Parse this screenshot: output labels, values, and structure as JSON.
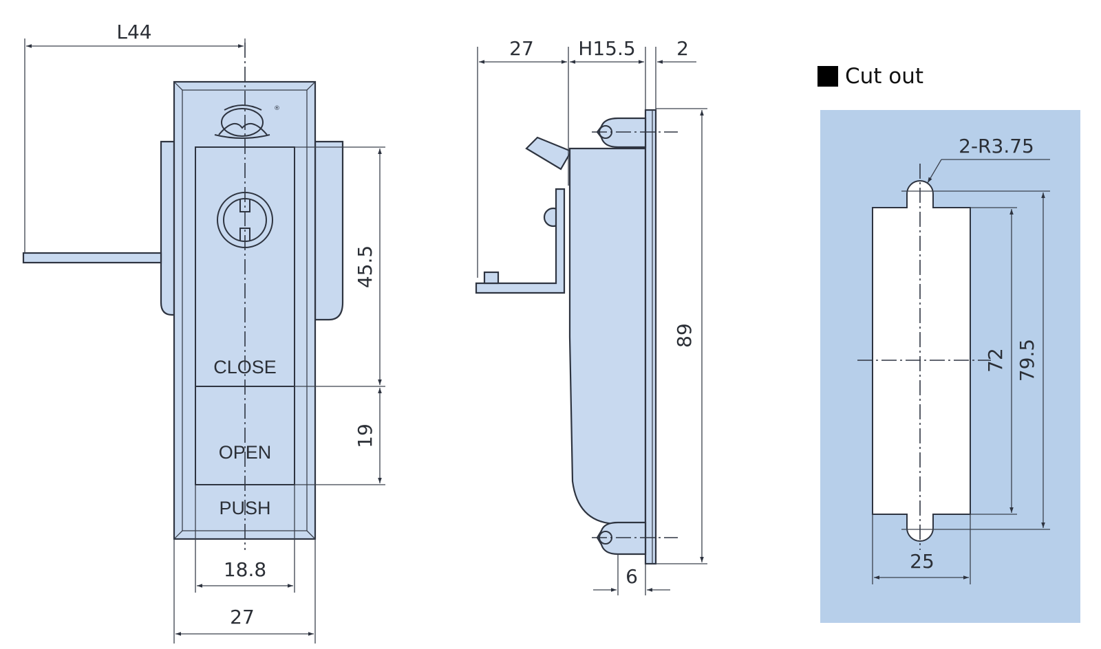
{
  "colors": {
    "part_fill": "#c8d9ef",
    "cutout_panel": "#b7cfea",
    "cutout_hole": "#ffffff",
    "line": "#2e3440"
  },
  "front_view": {
    "dim_offset": "L44",
    "dim_upper_height": "45.5",
    "dim_lower_height": "19",
    "dim_inner_width": "18.8",
    "dim_outer_width": "27",
    "label_close": "CLOSE",
    "label_open": "OPEN",
    "label_push": "PUSH"
  },
  "side_view": {
    "dim_depth": "27",
    "dim_height_h": "H15.5",
    "dim_flange": "2",
    "dim_total_height": "89",
    "dim_bottom": "6"
  },
  "cut_out": {
    "title": "Cut out",
    "dim_radius": "2-R3.75",
    "dim_inner": "72",
    "dim_outer": "79.5",
    "dim_width": "25"
  }
}
